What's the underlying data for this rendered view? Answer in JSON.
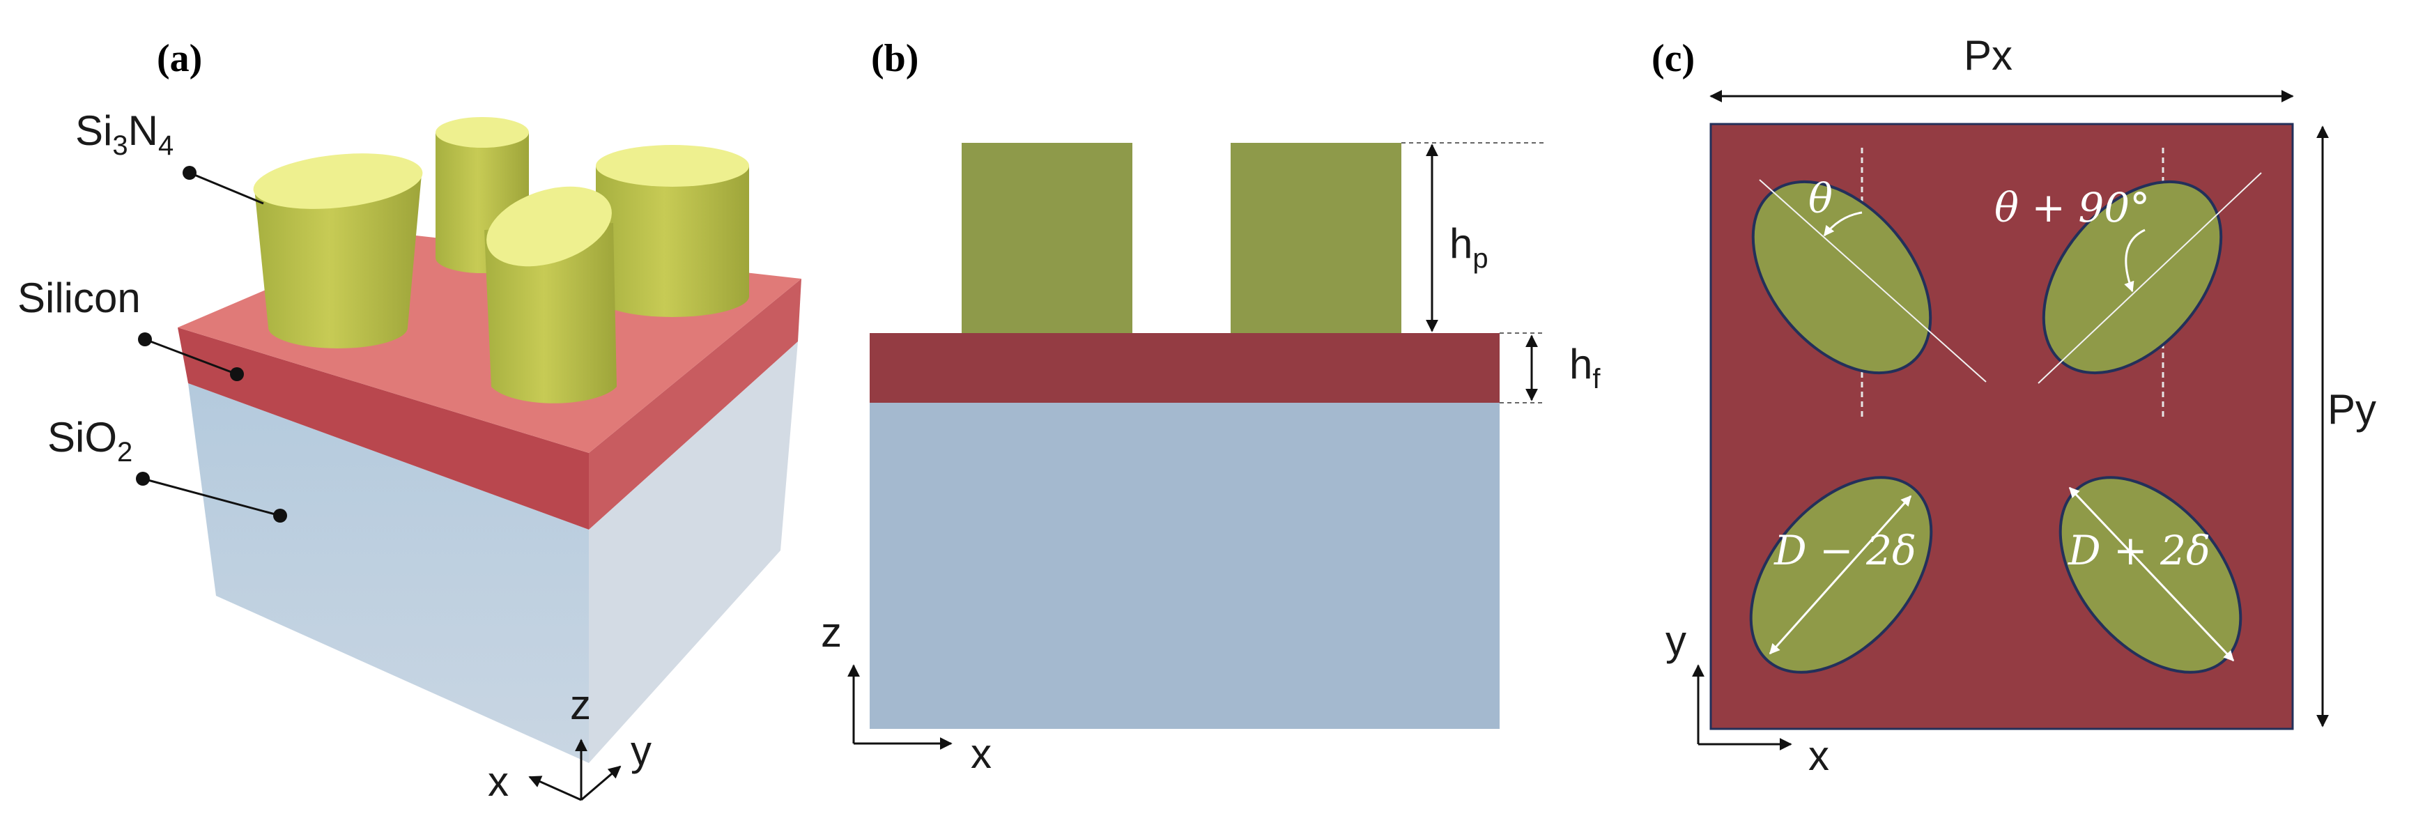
{
  "panels": {
    "a": {
      "label": "(a)",
      "layers": {
        "top": "Si3N4",
        "middle": "Silicon",
        "bottom": "SiO2"
      },
      "layer_labels": {
        "si3n4": {
          "base1": "Si",
          "sub1": "3",
          "base2": "N",
          "sub2": "4"
        },
        "silicon": "Silicon",
        "sio2": {
          "base": "SiO",
          "sub": "2"
        }
      },
      "axes": {
        "z": "z",
        "y": "y",
        "x": "x"
      }
    },
    "b": {
      "label": "(b)",
      "hp": {
        "base": "h",
        "sub": "p"
      },
      "hf": {
        "base": "h",
        "sub": "f"
      },
      "axes": {
        "z": "z",
        "x": "x"
      }
    },
    "c": {
      "label": "(c)",
      "px": "Px",
      "py": "Py",
      "theta": "θ",
      "theta90": "θ + 90°",
      "d_minus": "D − 2δ",
      "d_plus": "D + 2δ",
      "axes": {
        "y": "y",
        "x": "x"
      }
    }
  },
  "colors": {
    "pillar": "#8e9a4a",
    "pillar_top": "#e3e58a",
    "silicon_2d": "#943c43",
    "silicon_3d_top": "#e07575",
    "silicon_3d_side": "#b9474e",
    "sio2_2d": "#a4b9cf",
    "sio2_3d_front": "#b7cde0",
    "sio2_3d_side": "#d6dde5",
    "ellipse_fill": "#8f9a48",
    "ellipse_stroke": "#23305a"
  }
}
